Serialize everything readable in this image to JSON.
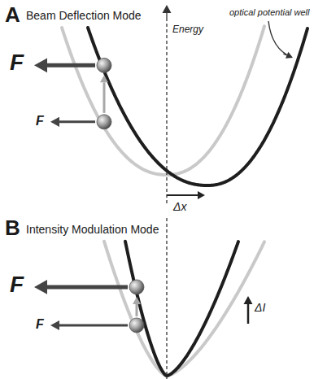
{
  "diagram": {
    "labels": [
      "A",
      "Beam Deflection Mode",
      "Energy",
      "optical potential well",
      "F",
      "F",
      "Δx",
      "B",
      "Intensity Modulation Mode",
      "F",
      "F",
      "ΔI"
    ]
  }
}
